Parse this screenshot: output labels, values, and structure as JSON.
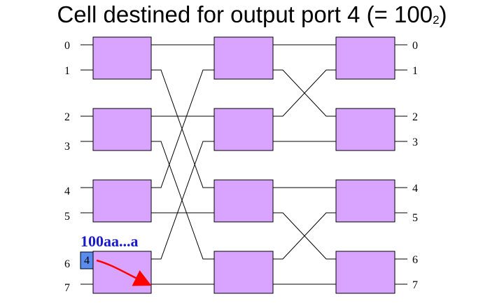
{
  "title": {
    "main": "Cell destined for output port 4 (= 100",
    "subscript": "2",
    "close": ")"
  },
  "input_ports": [
    "0",
    "1",
    "2",
    "3",
    "4",
    "5",
    "6",
    "7"
  ],
  "output_ports": [
    "0",
    "1",
    "2",
    "3",
    "4",
    "5",
    "6",
    "7"
  ],
  "cell": {
    "header": "4",
    "address": "100aa...a"
  },
  "colors": {
    "switch_fill": "#d8a4ff",
    "switch_stroke": "#000000",
    "cell_fill": "#5a8cf0",
    "address_text": "#1a1acc",
    "route_arrow": "#ff0000"
  }
}
